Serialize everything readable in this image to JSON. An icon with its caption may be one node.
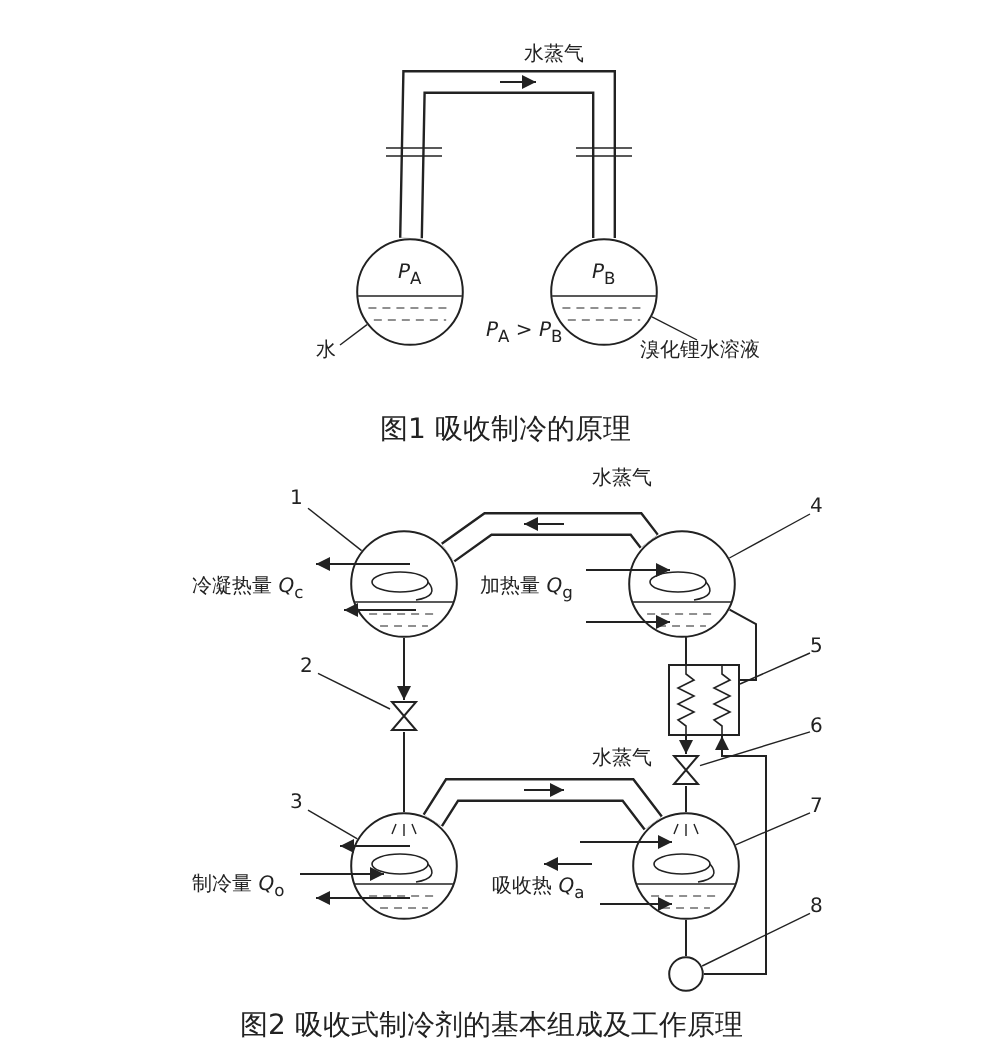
{
  "diagram": {
    "nodes": [
      {
        "text": [
          "*P*$_{A}$"
        ]
      },
      {
        "text": [
          "*P*$_{B}$"
        ]
      },
      {
        "text": [
          "水"
        ]
      },
      {
        "text": [
          "溴化锂水溶液"
        ]
      },
      {
        "text": [],
        "shape": "circle"
      },
      {
        "text": [],
        "shape": "circle"
      },
      {
        "text": [],
        "shape": "valve"
      },
      {
        "text": [],
        "shape": "box"
      },
      {
        "text": [],
        "shape": "valve"
      },
      {
        "text": [],
        "shape": "circle"
      },
      {
        "text": [],
        "shape": "circle"
      },
      {
        "text": [],
        "shape": "circle"
      },
      {
        "text": [
          "1"
        ]
      },
      {
        "text": [
          "2"
        ]
      },
      {
        "text": [
          "3"
        ]
      },
      {
        "text": [
          "4"
        ]
      },
      {
        "text": [
          "5"
        ]
      },
      {
        "text": [
          "6"
        ]
      },
      {
        "text": [
          "7"
        ]
      },
      {
        "text": [
          "8"
        ]
      }
    ],
    "edges": [
      {
        "from": 0,
        "to": 1,
        "arrow": "none",
        "style": "thick",
        "label": "水蒸气"
      },
      {
        "from": 2,
        "to": 0,
        "arrow": "none"
      },
      {
        "from": 3,
        "to": 1,
        "arrow": "none"
      },
      {
        "from": 5,
        "to": 4,
        "arrow": "none",
        "style": "thick",
        "label": "水蒸气"
      },
      {
        "from": 4,
        "to": 6,
        "arrow": "to"
      },
      {
        "from": 6,
        "to": 9,
        "arrow": "none"
      },
      {
        "from": 5,
        "to": 7,
        "arrow": "none"
      },
      {
        "from": 7,
        "to": 8,
        "arrow": "to"
      },
      {
        "from": 8,
        "to": 10,
        "arrow": "none"
      },
      {
        "from": 9,
        "to": 10,
        "arrow": "none",
        "style": "thick",
        "label": "水蒸气"
      },
      {
        "from": 10,
        "to": 11,
        "arrow": "none"
      },
      {
        "from": 11,
        "to": 7,
        "arrow": "to"
      },
      {
        "from": 7,
        "to": 5,
        "arrow": "none"
      },
      {
        "from": 12,
        "to": 4,
        "arrow": "none"
      },
      {
        "from": 13,
        "to": 6,
        "arrow": "none"
      },
      {
        "from": 14,
        "to": 9,
        "arrow": "none"
      },
      {
        "from": 15,
        "to": 5,
        "arrow": "none"
      },
      {
        "from": 16,
        "to": 7,
        "arrow": "none"
      },
      {
        "from": 17,
        "to": 8,
        "arrow": "none"
      },
      {
        "from": 18,
        "to": 10,
        "arrow": "none"
      },
      {
        "from": 19,
        "to": 11,
        "arrow": "none"
      }
    ],
    "labels": [
      "*P*$_{A}$ > *P*$_{B}$",
      "图1 吸收制冷的原理",
      "冷凝热量 *Q*$_{c}$",
      "加热量 *Q*$_{g}$",
      "制冷量 *Q*$_{o}$",
      "吸收热 *Q*$_{a}$",
      "图2 吸收式制冷剂的基本组成及工作原理"
    ]
  }
}
